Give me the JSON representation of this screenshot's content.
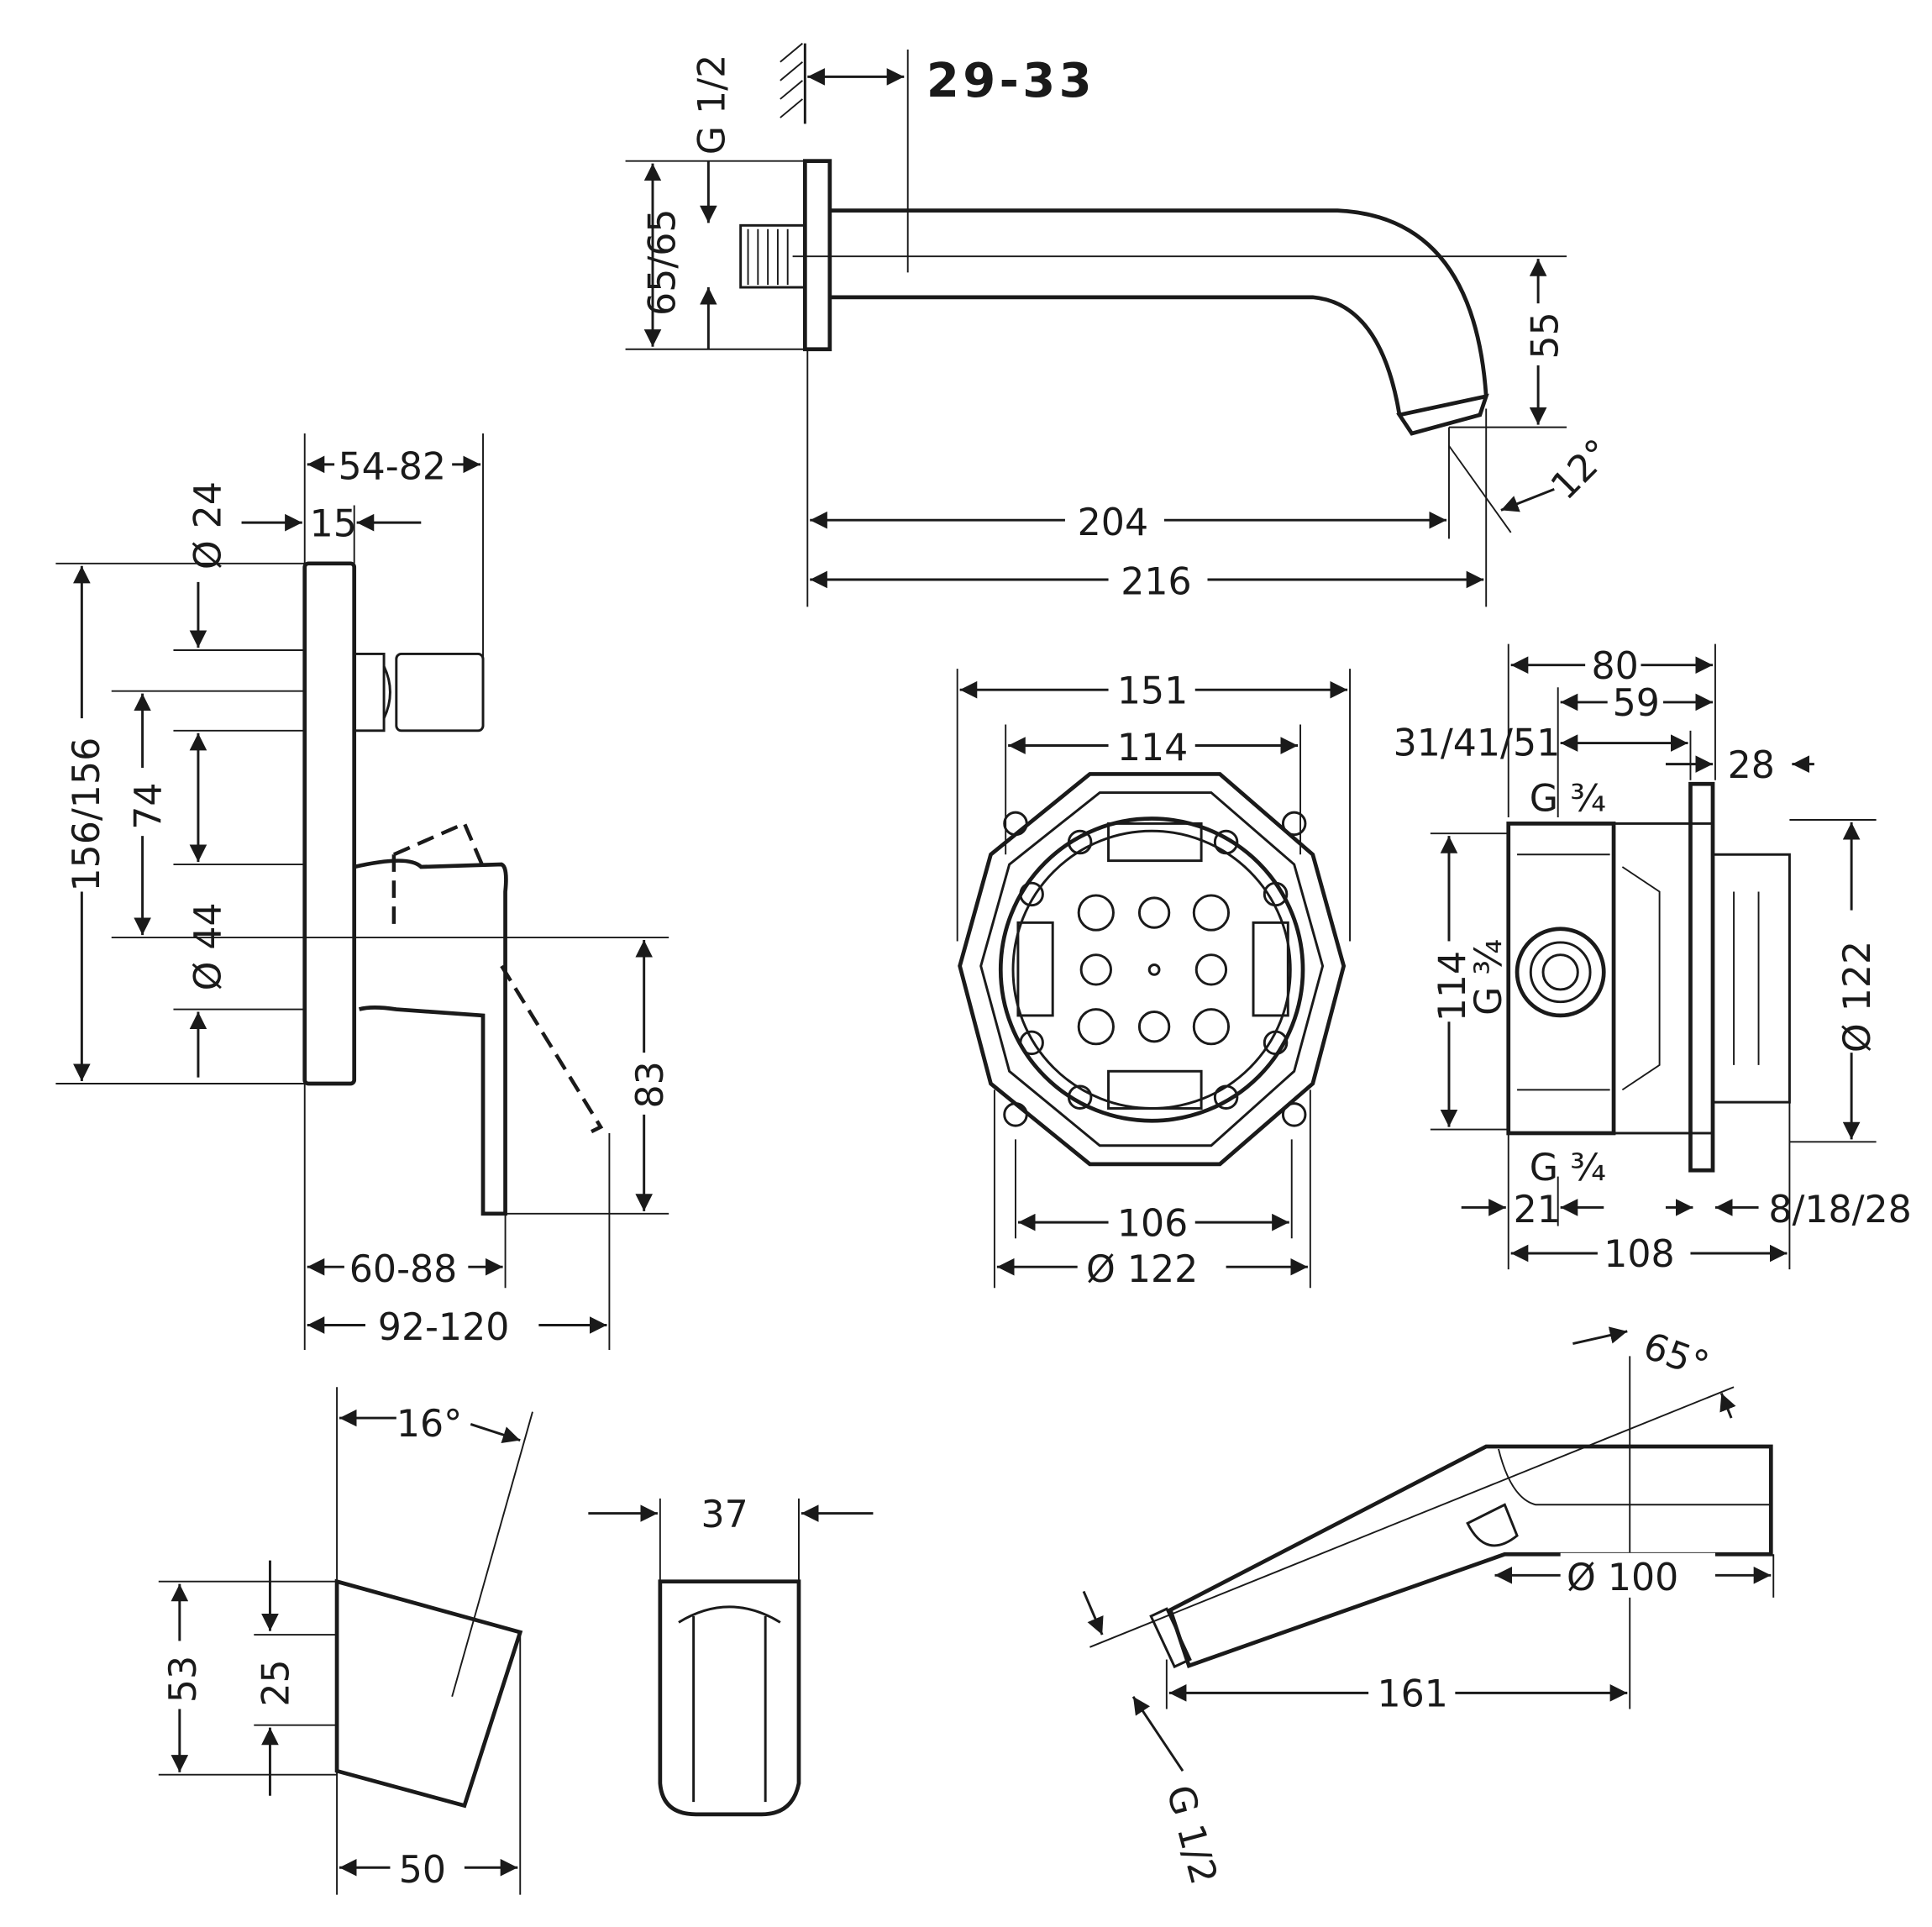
{
  "spout": {
    "thread": "G 1/2",
    "wall_gap": "29-33",
    "height": "65/65",
    "drop": "55",
    "projection_inner": "204",
    "projection_outer": "216",
    "angle": "12°"
  },
  "mixer": {
    "depth": "54-82",
    "rosette_depth": "15",
    "diverter_dia": "Ø 24",
    "plate_height": "156/156",
    "axis_spacing": "74",
    "lever_dia": "Ø 44",
    "lever_drop": "83",
    "lever_depth": "60-88",
    "total_depth": "92-120"
  },
  "box_front": {
    "outer_width": "151",
    "inner_width": "114",
    "bottom_width": "106",
    "diameter": "Ø 122"
  },
  "box_side": {
    "width_80": "80",
    "width_59": "59",
    "install_depths": "31/41/51",
    "plate_28": "28",
    "thread_top": "G ¾",
    "height_114": "114",
    "thread_side": "G ¾",
    "diameter": "Ø 122",
    "thread_bottom": "G ¾",
    "offset_21": "21",
    "plaster": "8/18/28",
    "depth_108": "108"
  },
  "holder": {
    "angle": "16°",
    "height_53": "53",
    "height_25": "25",
    "depth_50": "50",
    "width_37": "37"
  },
  "hand_shower": {
    "angle": "65°",
    "head_dia": "Ø 100",
    "length": "161",
    "thread": "G 1/2"
  }
}
